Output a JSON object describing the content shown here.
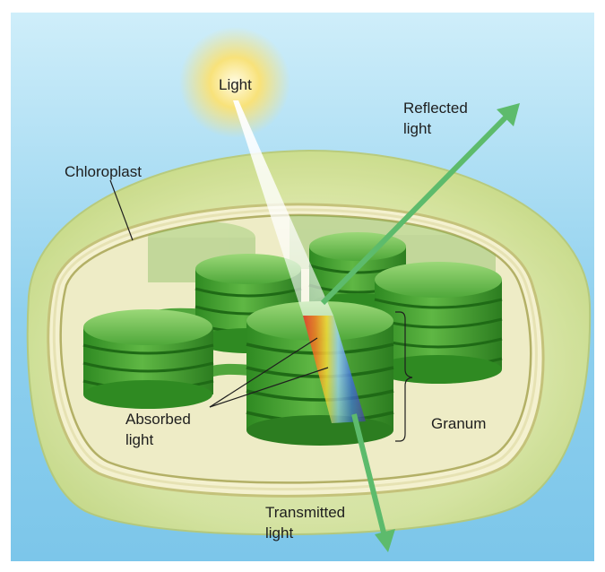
{
  "labels": {
    "light": "Light",
    "reflected_line1": "Reflected",
    "reflected_line2": "light",
    "chloroplast": "Chloroplast",
    "absorbed_line1": "Absorbed",
    "absorbed_line2": "light",
    "granum": "Granum",
    "transmitted_line1": "Transmitted",
    "transmitted_line2": "light"
  },
  "colors": {
    "sky": "#8fd0ee",
    "sun": "#f8e27a",
    "membrane": "#d8dd8a",
    "stroma": "#eeecc6",
    "thylakoid": "#3f9e2c",
    "thylakoid_light": "#7cc95a",
    "arrow": "#5dbb6c"
  },
  "icons": {
    "reflected_arrow": "arrow-up-right",
    "transmitted_arrow": "arrow-down"
  }
}
